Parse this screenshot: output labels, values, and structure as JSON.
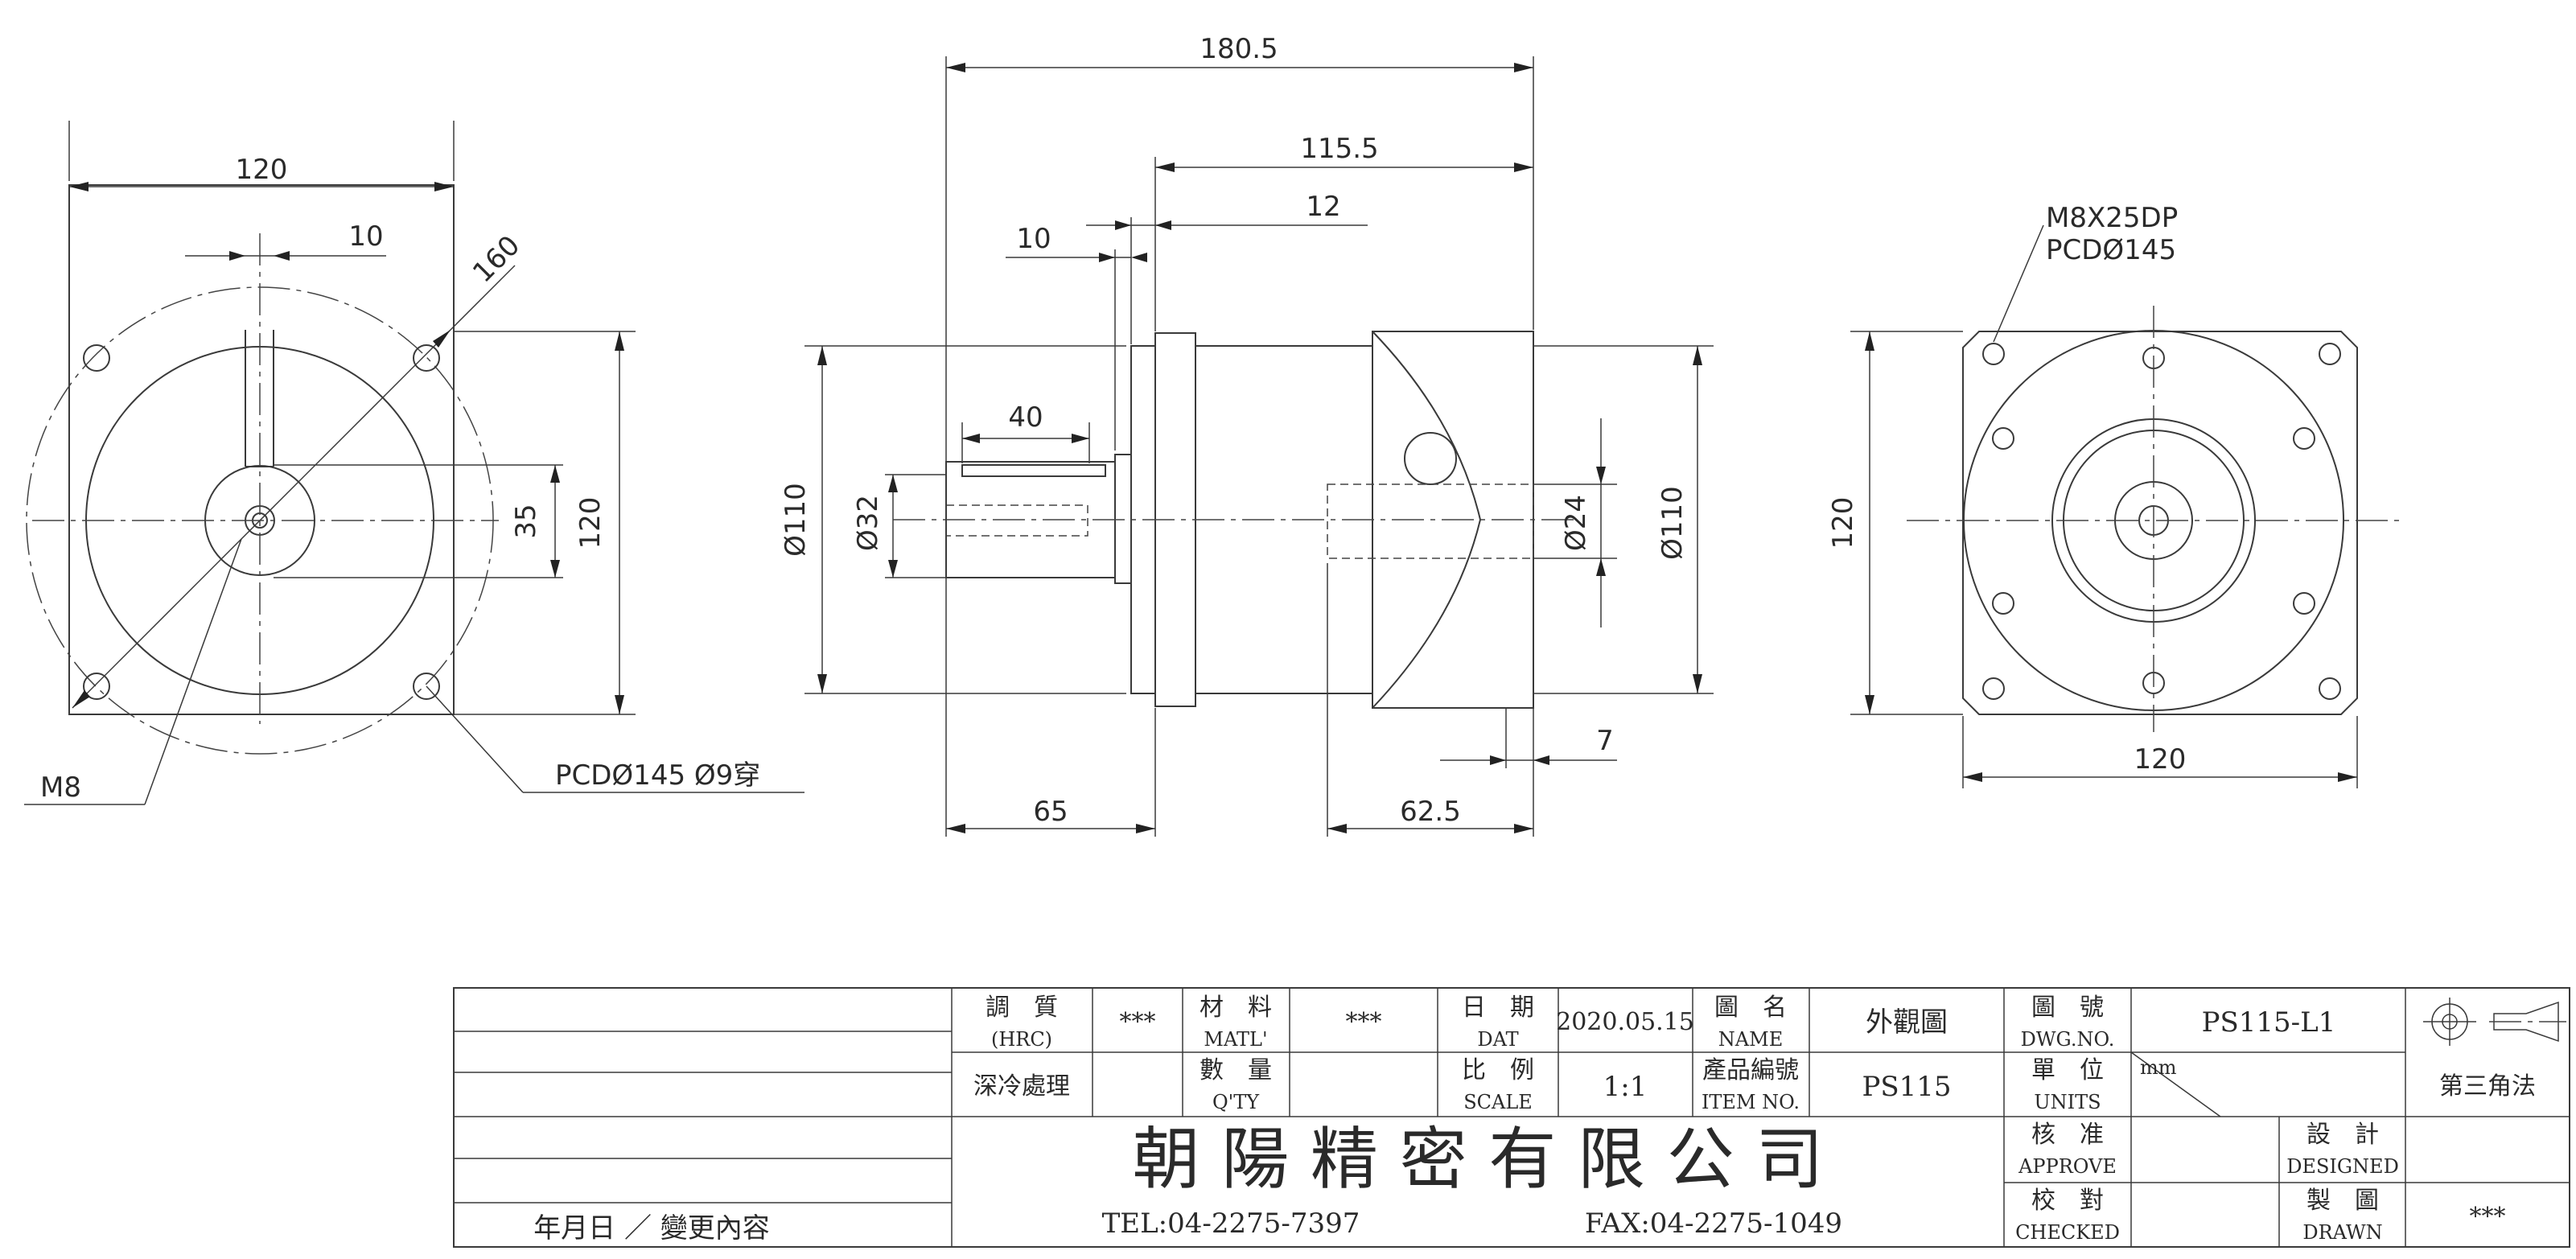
{
  "front_view": {
    "width_dim": "120",
    "key_width_dim": "10",
    "diagonal_dim": "160",
    "key_height_dim": "35",
    "height_dim": "120",
    "thread_label": "M8",
    "hole_label": "PCDØ145 Ø9穿"
  },
  "side_view": {
    "overall_length": "180.5",
    "body_length": "115.5",
    "flange_thick": "12",
    "spigot_len": "10",
    "key_len": "40",
    "flange_dia_left": "Ø110",
    "shaft_dia": "Ø32",
    "input_bore": "Ø24",
    "flange_dia_right": "Ø110",
    "shaft_len": "65",
    "motor_len": "62.5",
    "gap_dim": "7"
  },
  "rear_view": {
    "tap_label": "M8X25DP",
    "pcd_label": "PCDØ145",
    "height_dim": "120",
    "width_dim": "120"
  },
  "title_block": {
    "revision_footer": "年月日 ／ 變更內容",
    "hardness_zh": "調　質",
    "hardness_en": "(HRC)",
    "hardness_val": "***",
    "matl_zh": "材　料",
    "matl_en": "MATL'",
    "matl_val": "***",
    "date_zh": "日　期",
    "date_en": "DAT",
    "date_val": "2020.05.15",
    "name_zh": "圖　名",
    "name_en": "NAME",
    "name_val": "外觀圖",
    "dwg_zh": "圖　號",
    "dwg_en": "DWG.NO.",
    "dwg_val": "PS115-L1",
    "treatment": "深冷處理",
    "qty_zh": "數　量",
    "qty_en": "Q'TY",
    "scale_zh": "比　例",
    "scale_en": "SCALE",
    "scale_val": "1:1",
    "item_zh": "產品編號",
    "item_en": "ITEM NO.",
    "item_val": "PS115",
    "units_zh": "單　位",
    "units_en": "UNITS",
    "units_val": "mm",
    "projection": "第三角法",
    "company": "朝 陽 精 密 有 限 公 司",
    "tel": "TEL:04-2275-7397",
    "fax": "FAX:04-2275-1049",
    "approve_zh": "核　准",
    "approve_en": "APPROVE",
    "checked_zh": "校　對",
    "checked_en": "CHECKED",
    "designed_zh": "設　計",
    "designed_en": "DESIGNED",
    "drawn_zh": "製　圖",
    "drawn_en": "DRAWN",
    "drawn_val": "***"
  }
}
